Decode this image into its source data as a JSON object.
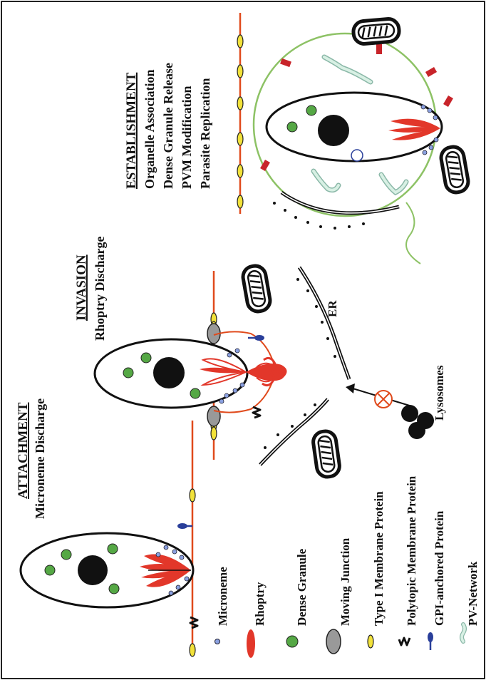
{
  "stages": {
    "attachment": {
      "title": "ATTACHMENT",
      "subtitle": "Microneme Discharge"
    },
    "invasion": {
      "title": "INVASION",
      "subtitle": "Rhoptry Discharge"
    },
    "establishment": {
      "title": "ESTABLISHMENT",
      "steps": [
        "Organelle Association",
        "Dense Granule Release",
        "PVM Modification",
        "Parasite Replication"
      ]
    }
  },
  "labels": {
    "er": "ER",
    "lysosomes": "Lysosomes"
  },
  "legend": [
    {
      "label": "Microneme",
      "icon": "microneme-icon"
    },
    {
      "label": "Rhoptry",
      "icon": "rhoptry-icon"
    },
    {
      "label": "Dense Granule",
      "icon": "dense-granule-icon"
    },
    {
      "label": "Moving Junction",
      "icon": "moving-junction-icon"
    },
    {
      "label": "Type I Membrane Protein",
      "icon": "type-i-membrane-protein-icon"
    },
    {
      "label": "Polytopic  Membrane Protein",
      "icon": "polytopic-membrane-protein-icon"
    },
    {
      "label": "GPI-anchored Protein",
      "icon": "gpi-anchored-protein-icon"
    },
    {
      "label": "PV-Network",
      "icon": "pv-network-icon"
    }
  ],
  "colors": {
    "membrane": "#e04a1c",
    "rhoptry": "#e2372a",
    "dense_granule": "#55a845",
    "microneme": "#8aa0e0",
    "type_i": "#f2e23a",
    "gpi": "#2a3f9a",
    "pvm": "#8dc265",
    "pv_network": "#d8f0e4",
    "junction": "#999999"
  }
}
